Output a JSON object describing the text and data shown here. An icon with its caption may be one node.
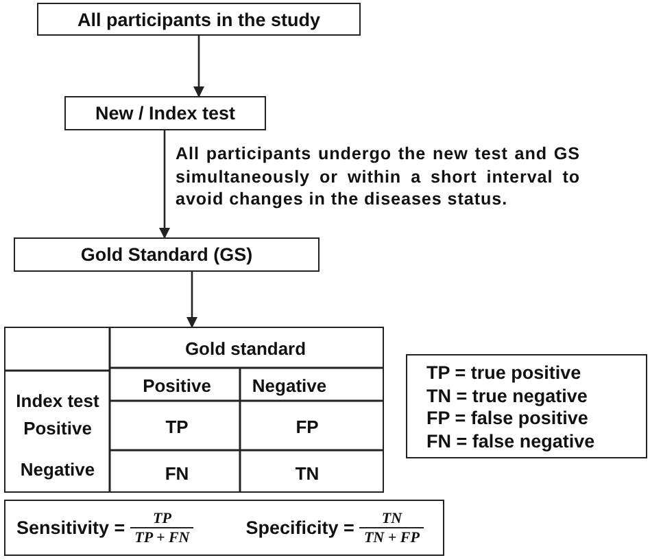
{
  "diagram": {
    "nodes": [
      {
        "text": [
          "All participants in the study"
        ]
      },
      {
        "text": [
          "New / Index test"
        ]
      },
      {
        "text": [
          "Gold Standard (GS)"
        ]
      },
      {
        "text": [],
        "shape": "table"
      },
      {
        "text": [
          "TP = true positive",
          "TN = true negative",
          "FP = false positive",
          "FN = false negative"
        ]
      },
      {
        "text": [
          "Sensitivity =",
          "TP",
          "TP + FN",
          "Specificity =",
          "TN",
          "TN + FP"
        ]
      }
    ],
    "edges": [
      {
        "from": 0,
        "to": 1,
        "arrow": "to"
      },
      {
        "from": 1,
        "to": 2,
        "arrow": "to",
        "label": "All participants undergo the new test and GS simultaneously or within a short interval to avoid changes in the diseases status."
      },
      {
        "from": 2,
        "to": 3,
        "arrow": "to"
      }
    ],
    "labels": [
      "Gold standard",
      "Positive",
      "Negative",
      "Index test",
      "Positive",
      "TP",
      "FP",
      "Negative",
      "FN",
      "TN"
    ]
  }
}
